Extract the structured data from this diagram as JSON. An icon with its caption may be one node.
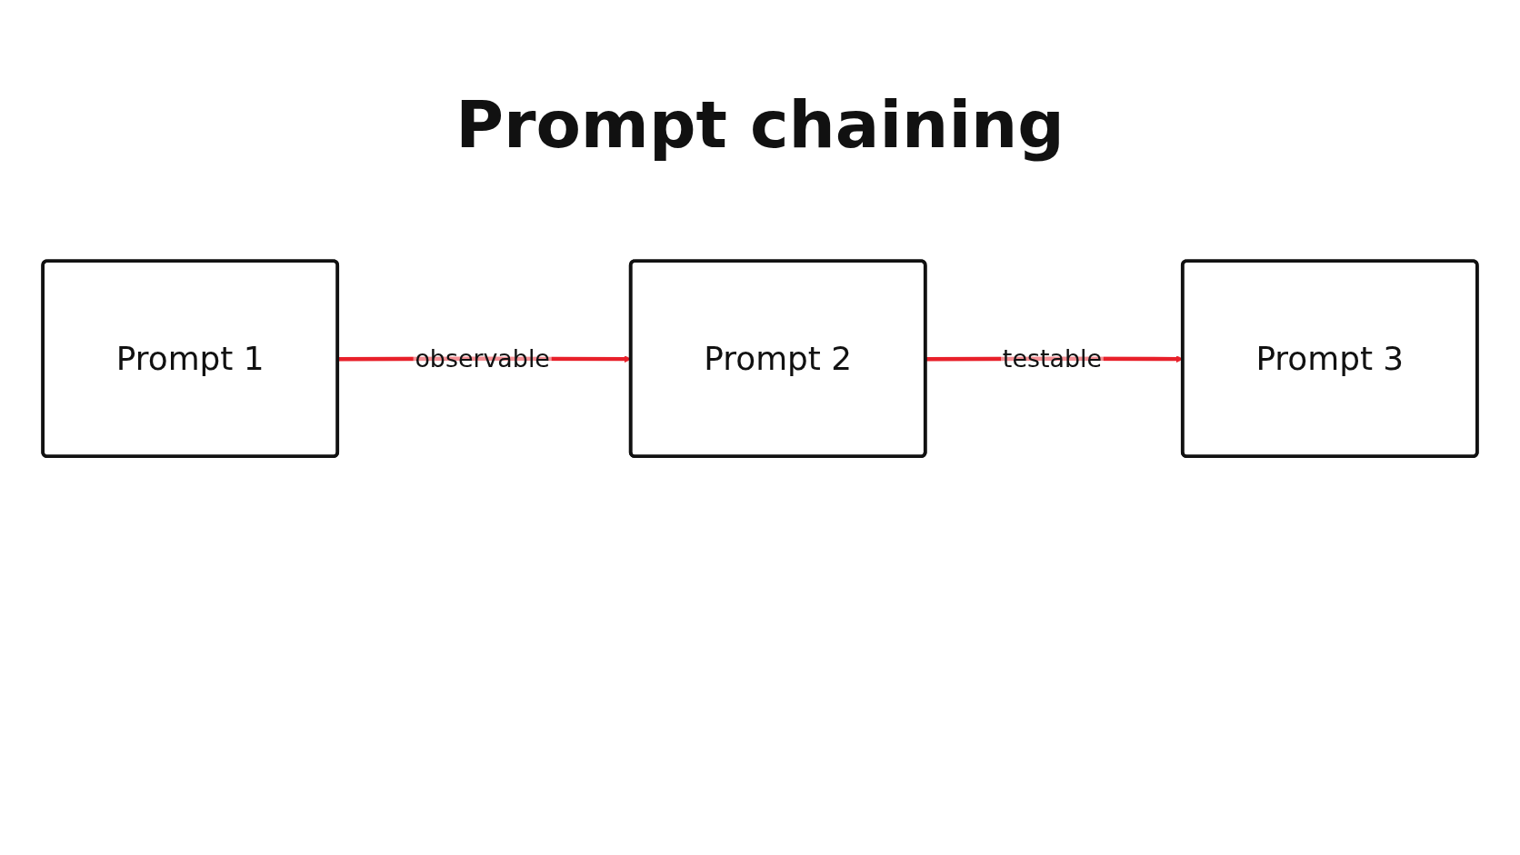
{
  "diagram": {
    "title": "Prompt chaining",
    "nodes": [
      {
        "text": [
          "Prompt 1"
        ]
      },
      {
        "text": [
          "Prompt 2"
        ]
      },
      {
        "text": [
          "Prompt 3"
        ]
      }
    ],
    "edges": [
      {
        "from": 0,
        "to": 1,
        "arrow": "to",
        "label": "observable",
        "color": "#e8202a"
      },
      {
        "from": 1,
        "to": 2,
        "arrow": "to",
        "label": "testable",
        "color": "#e8202a"
      }
    ]
  }
}
